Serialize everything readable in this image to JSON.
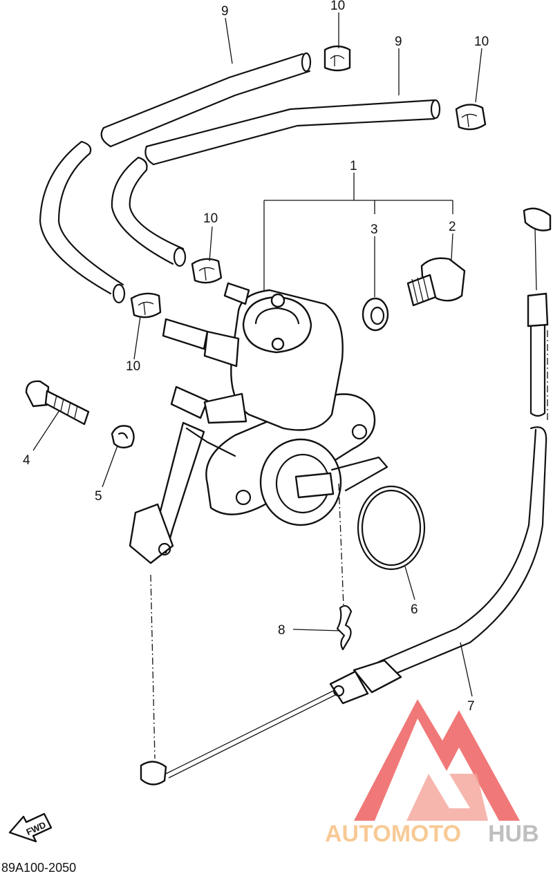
{
  "callouts": {
    "c1": "1",
    "c2": "2",
    "c3": "3",
    "c4": "4",
    "c5": "5",
    "c6": "6",
    "c7": "7",
    "c8": "8",
    "c9a": "9",
    "c9b": "9",
    "c10a": "10",
    "c10b": "10",
    "c10c": "10",
    "c10d": "10"
  },
  "fwd_label": "FWD",
  "diagram_code": "89A100-2050",
  "watermark": {
    "text_part1": "AUTOMOTO",
    "text_part2": "HUB",
    "color_light": "#f7c58a",
    "color_red": "#f06a6a",
    "color_gray": "#b9b9b9"
  }
}
